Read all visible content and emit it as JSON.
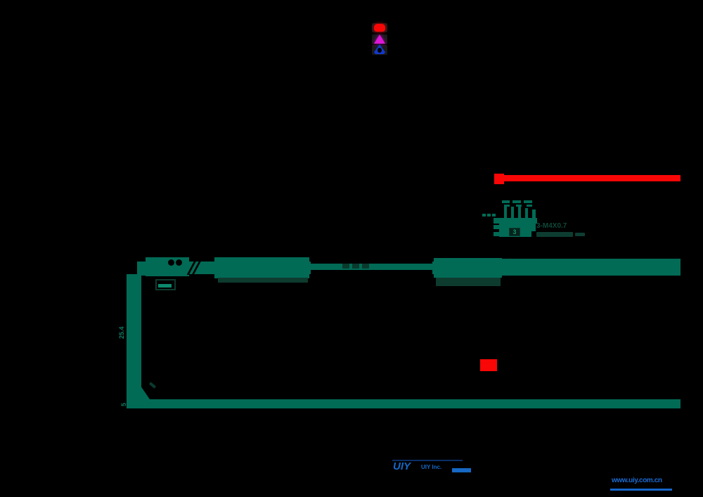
{
  "colors": {
    "bg": "#000000",
    "teal": "#016B56",
    "tealDark": "#0D3B2E",
    "tealText": "#0F4839",
    "red": "#F90606",
    "magenta": "#DD16D6",
    "blueIcon": "#1238C8",
    "logoBlue": "#1668C4",
    "linkBlue": "#1A6AD0"
  },
  "legend": {
    "icons": [
      {
        "name": "red-marker-icon",
        "color": "#F90606"
      },
      {
        "name": "magenta-triangle-icon",
        "color": "#DD16D6"
      },
      {
        "name": "blue-marker-icon",
        "color": "#1238C8"
      }
    ]
  },
  "side_view": {
    "thread_note": "3-M4X0.7",
    "hole_count_label": "3"
  },
  "main_view": {
    "vertical_dim_label": "25.4",
    "corner_dim_label": "5"
  },
  "branding": {
    "logo_text": "UIY",
    "logo_subtext": "UIY Inc.",
    "footer_link_text": "www.uiy.com.cn"
  }
}
